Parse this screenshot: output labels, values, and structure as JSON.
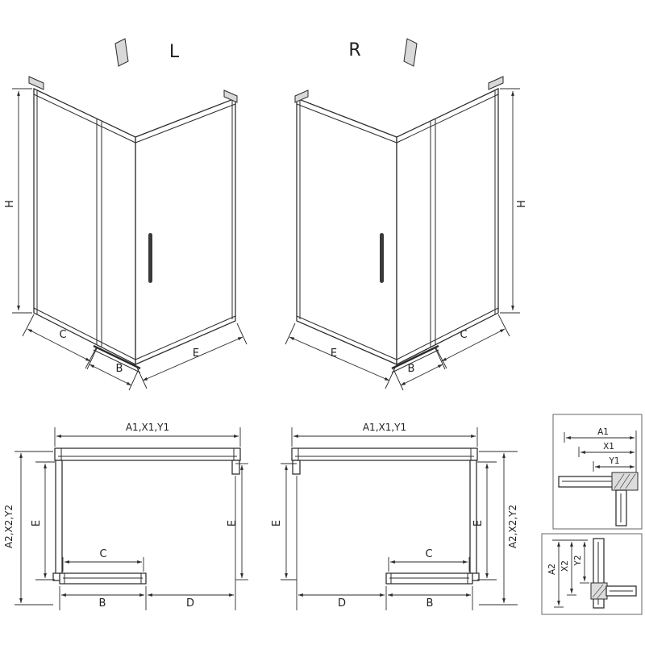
{
  "colors": {
    "line": "#2b2b2b",
    "background": "#ffffff"
  },
  "labels": {
    "variant_left": "L",
    "variant_right": "R"
  },
  "iso_left": {
    "h": "H",
    "c": "C",
    "b": "B",
    "e": "E"
  },
  "iso_right": {
    "h": "H",
    "e": "E",
    "b": "B",
    "c": "C"
  },
  "plan_left": {
    "top": "A1,X1,Y1",
    "side": "A2,X2,Y2",
    "e_left": "E",
    "e_right": "E",
    "c": "C",
    "b": "B",
    "d": "D"
  },
  "plan_right": {
    "top": "A1,X1,Y1",
    "side": "A2,X2,Y2",
    "e_left": "E",
    "e_right": "E",
    "c": "C",
    "d": "D",
    "b": "B"
  },
  "detail_top": {
    "a1": "A1",
    "x1": "X1",
    "y1": "Y1"
  },
  "detail_bottom": {
    "a2": "A2",
    "x2": "X2",
    "y2": "Y2"
  }
}
